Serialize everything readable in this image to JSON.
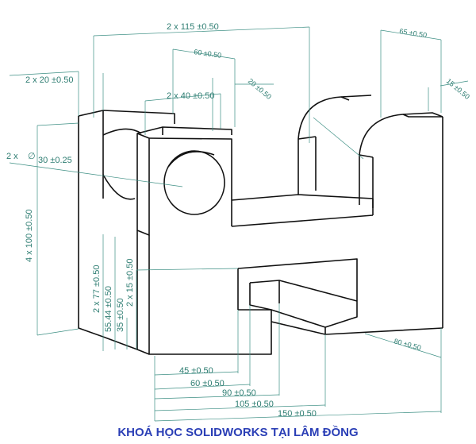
{
  "title": "KHOÁ HỌC SOLIDWORKS TẠI LÂM ĐỒNG",
  "colors": {
    "background": "#ffffff",
    "dimension": "#2e7d72",
    "title": "#2b3fb6",
    "line": "#111111"
  },
  "dimensions": {
    "d_2x115": "2 x 115 ±0.50",
    "d_65": "65 ±0.50",
    "d_60": "60 ±0.50",
    "d_2x20": "2 x 20 ±0.50",
    "d_20": "20 ±0.50",
    "d_15": "15 ±0.50",
    "d_2x40": "2 x 40 ±0.50",
    "d_2x": "2 x",
    "d_phi": "∅",
    "d_30": "30 ±0.25",
    "d_4x100": "4 x 100 ±0.50",
    "d_2x77": "2 x 77 ±0.50",
    "d_55": "55.44 ±0.50",
    "d_2x15": "2 x 15 ±0.50",
    "d_35": "35 ±0.50",
    "d_80": "80 ±0.50",
    "d_45": "45 ±0.50",
    "d_60b": "60 ±0.50",
    "d_90": "90 ±0.50",
    "d_105": "105 ±0.50",
    "d_150": "150 ±0.50"
  }
}
